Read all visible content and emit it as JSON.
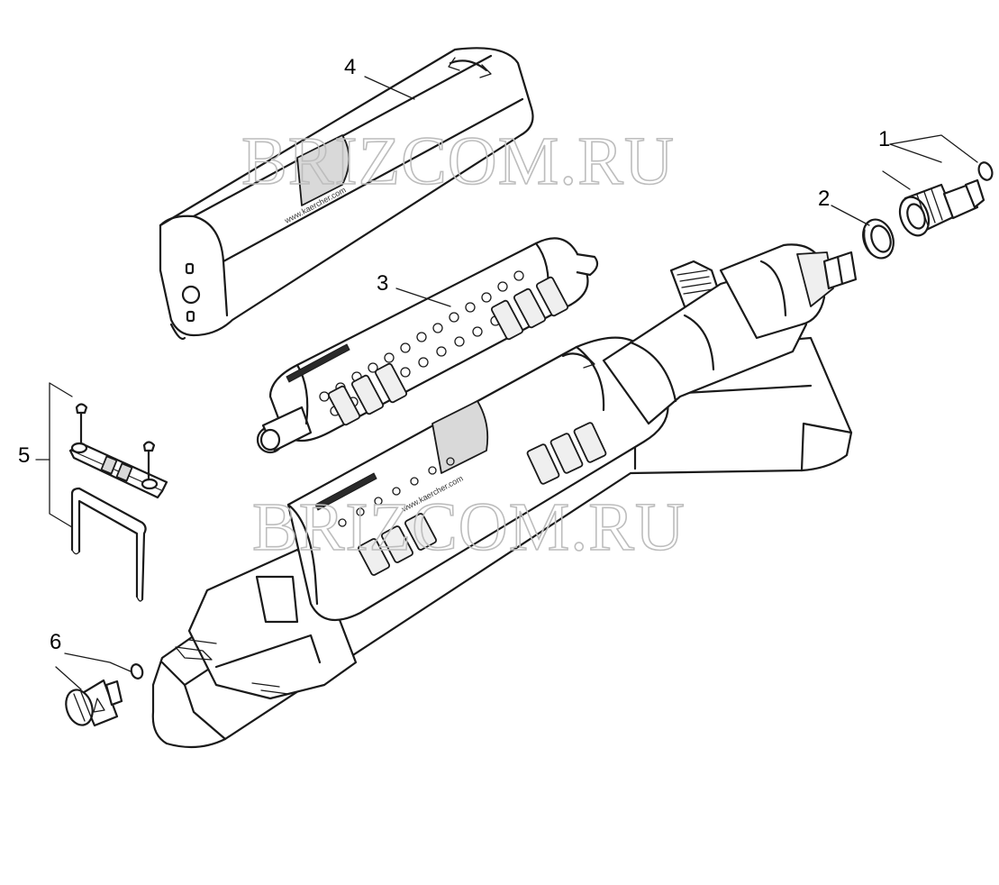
{
  "callouts": [
    {
      "id": "1",
      "label": "1"
    },
    {
      "id": "2",
      "label": "2"
    },
    {
      "id": "3",
      "label": "3"
    },
    {
      "id": "4",
      "label": "4"
    },
    {
      "id": "5",
      "label": "5"
    },
    {
      "id": "6",
      "label": "6"
    }
  ],
  "watermark": "BRIZCOM.RU",
  "brand_text": "www.kaercher.com",
  "colors": {
    "ink": "#1a1a1a",
    "watermark": "#bdbdbd",
    "background": "#ffffff"
  }
}
